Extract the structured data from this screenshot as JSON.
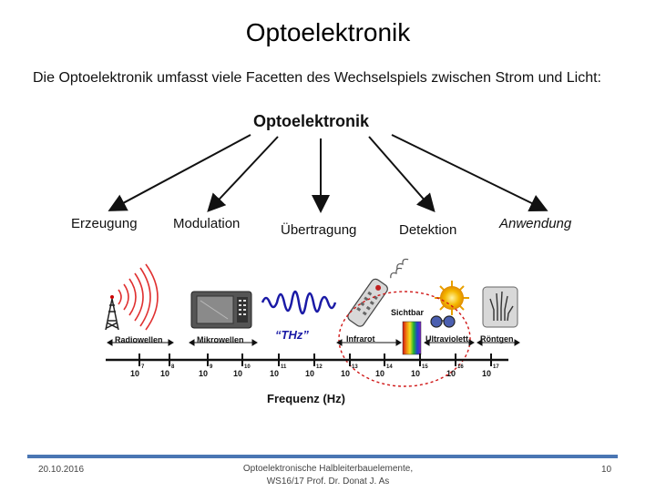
{
  "slide": {
    "title": "Optoelektronik",
    "intro": "Die Optoelektronik umfasst viele Facetten des Wechselspiels zwischen Strom und Licht:"
  },
  "diagram": {
    "main_label": "Optoelektronik",
    "categories": [
      "Erzeugung",
      "Modulation",
      "Übertragung",
      "Detektion",
      "Anwendung"
    ],
    "bands": {
      "radio": "Radiowellen",
      "micro": "Mikrowellen",
      "thz": "“THz”",
      "ir": "Infrarot",
      "visible": "Sichtbar",
      "uv": "Ultraviolett",
      "xray": "Röntgen"
    },
    "ticks": [
      {
        "base": "10",
        "exp": "7"
      },
      {
        "base": "10",
        "exp": "8"
      },
      {
        "base": "10",
        "exp": "9"
      },
      {
        "base": "10",
        "exp": "10"
      },
      {
        "base": "10",
        "exp": "11"
      },
      {
        "base": "10",
        "exp": "12"
      },
      {
        "base": "10",
        "exp": "13"
      },
      {
        "base": "10",
        "exp": "14"
      },
      {
        "base": "10",
        "exp": "15"
      },
      {
        "base": "10",
        "exp": "16"
      },
      {
        "base": "10",
        "exp": "17"
      }
    ],
    "axis_title": "Frequenz (Hz)"
  },
  "footer": {
    "date": "20.10.2016",
    "course_line1": "Optoelektronische Halbleiterbauelemente,",
    "course_line2": "WS16/17 Prof. Dr. Donat J. As",
    "page": "10"
  },
  "colors": {
    "footer_bar": "#4a76b3",
    "thz_wave": "#1a1aa6",
    "radio_rings": "#e03030",
    "highlight_circle": "#d01818"
  }
}
